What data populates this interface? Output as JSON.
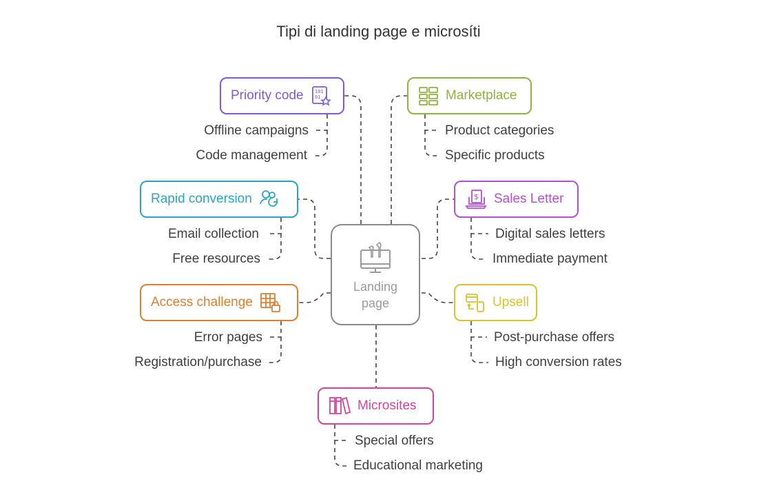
{
  "title": "Tipi di landing page e microsíti",
  "center": {
    "label": "Landing\npage"
  },
  "nodes": {
    "priority_code": {
      "label": "Priority code",
      "color": "#7a5ae0",
      "icon": "qr-code-star-icon",
      "items": [
        "Offline campaigns",
        "Code management"
      ]
    },
    "marketplace": {
      "label": "Marketplace",
      "color": "#8db43d",
      "icon": "catalog-grid-icon",
      "items": [
        "Product categories",
        "Specific products"
      ]
    },
    "rapid_conversion": {
      "label": "Rapid conversion",
      "color": "#2aa3c9",
      "icon": "users-refresh-icon",
      "items": [
        "Email collection",
        "Free resources"
      ]
    },
    "sales_letter": {
      "label": "Sales Letter",
      "color": "#b24fd6",
      "icon": "laptop-dollar-icon",
      "items": [
        "Digital sales letters",
        "Immediate payment"
      ]
    },
    "access_challenge": {
      "label": "Access challenge",
      "color": "#e07e2b",
      "icon": "grid-lock-icon",
      "items": [
        "Error pages",
        "Registration/purchase"
      ]
    },
    "upsell": {
      "label": "Upsell",
      "color": "#d9c22a",
      "icon": "card-to-phone-icon",
      "items": [
        "Post-purchase offers",
        "High conversion rates"
      ]
    },
    "microsites": {
      "label": "Microsites",
      "color": "#d4449e",
      "icon": "books-icon",
      "items": [
        "Special offers",
        "Educational marketing"
      ]
    }
  }
}
